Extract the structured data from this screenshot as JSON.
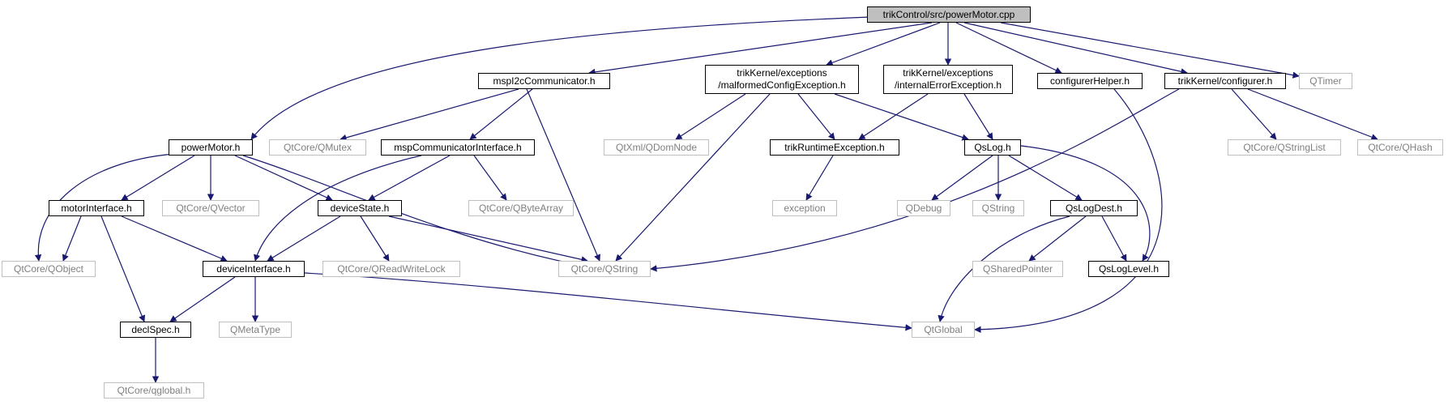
{
  "colors": {
    "edge": "#191970",
    "local_border": "#000000",
    "external_border": "#bfbfbf",
    "external_text": "#808080",
    "root_fill": "#bfbfbf"
  },
  "nodes": {
    "root": "trikControl/src/powerMotor.cpp",
    "powerMotor": "powerMotor.h",
    "msp": "mspI2cCommunicator.h",
    "malformed_1": "trikKernel/exceptions",
    "malformed_2": "/malformedConfigException.h",
    "internal_1": "trikKernel/exceptions",
    "internal_2": "/internalErrorException.h",
    "cfgHelper": "configurerHelper.h",
    "configurer": "trikKernel/configurer.h",
    "qtimer": "QTimer",
    "qmutex": "QtCore/QMutex",
    "mspIface": "mspCommunicatorInterface.h",
    "qdomnode": "QtXml/QDomNode",
    "trikRuntime": "trikRuntimeException.h",
    "qslog": "QsLog.h",
    "qstringlist": "QtCore/QStringList",
    "qhash": "QtCore/QHash",
    "motorIface": "motorInterface.h",
    "qvector": "QtCore/QVector",
    "deviceState": "deviceState.h",
    "qbytearray": "QtCore/QByteArray",
    "exception": "exception",
    "qdebug": "QDebug",
    "qstring_plain": "QString",
    "qslogdest": "QsLogDest.h",
    "qobject": "QtCore/QObject",
    "devIface": "deviceInterface.h",
    "qrwlock": "QtCore/QReadWriteLock",
    "qtstring": "QtCore/QString",
    "qshared": "QSharedPointer",
    "qsloglevel": "QsLogLevel.h",
    "declspec": "declSpec.h",
    "qmetatype": "QMetaType",
    "qtglobal": "QtGlobal",
    "qglobal": "QtCore/qglobal.h"
  }
}
